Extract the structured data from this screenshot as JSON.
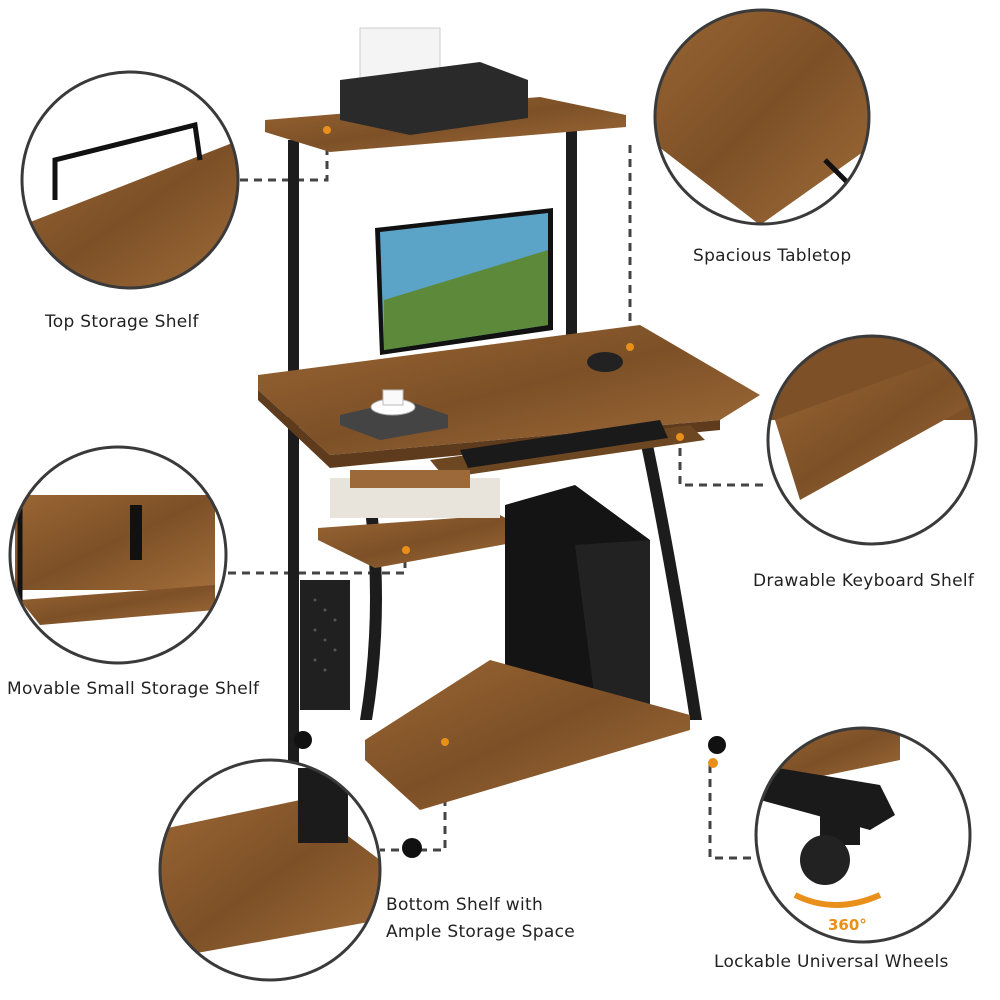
{
  "labels": {
    "top_shelf": "Top Storage Shelf",
    "tabletop": "Spacious Tabletop",
    "keyboard_shelf": "Drawable Keyboard Shelf",
    "small_shelf": "Movable Small Storage Shelf",
    "bottom_shelf_line1": "Bottom Shelf with",
    "bottom_shelf_line2": "Ample Storage Space",
    "wheels": "Lockable Universal Wheels",
    "rotation": "360°"
  },
  "colors": {
    "wood": "#8a5a2e",
    "wood_dark": "#5e3b1c",
    "metal": "#1c1c1c",
    "circle_border": "#3a3a3a",
    "accent": "#e8901a"
  }
}
